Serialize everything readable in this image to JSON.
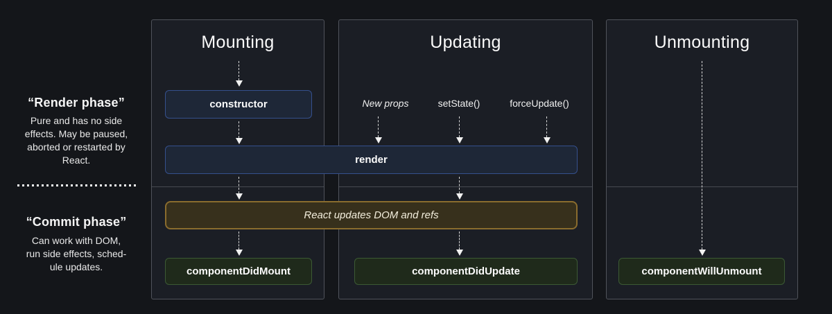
{
  "sidebar": {
    "render_phase": {
      "title": "“Render phase”",
      "lines": [
        "Pure and has no side",
        "effects. May be paused,",
        "aborted or restarted by",
        "React."
      ]
    },
    "commit_phase": {
      "title": "“Commit phase”",
      "lines": [
        "Can work with DOM,",
        "run side effects, sched-",
        "ule updates."
      ]
    }
  },
  "columns": {
    "mounting": {
      "title": "Mounting"
    },
    "updating": {
      "title": "Updating"
    },
    "unmounting": {
      "title": "Unmounting"
    }
  },
  "triggers": {
    "new_props": "New props",
    "set_state": "setState()",
    "force_update": "forceUpdate()"
  },
  "boxes": {
    "constructor": "constructor",
    "render": "render",
    "react_updates": "React updates DOM and refs",
    "component_did_mount": "componentDidMount",
    "component_did_update": "componentDidUpdate",
    "component_will_unmount": "componentWillUnmount"
  },
  "colors": {
    "page_bg": "#14161a",
    "panel_bg": "#1b1e25",
    "panel_border": "#50535b",
    "blue_bg": "#1e2737",
    "blue_border": "#35508d",
    "gold_bg": "#37301c",
    "gold_border": "#8a6c2e",
    "green_bg": "#1f2a1b",
    "green_border": "#3c5a34"
  }
}
